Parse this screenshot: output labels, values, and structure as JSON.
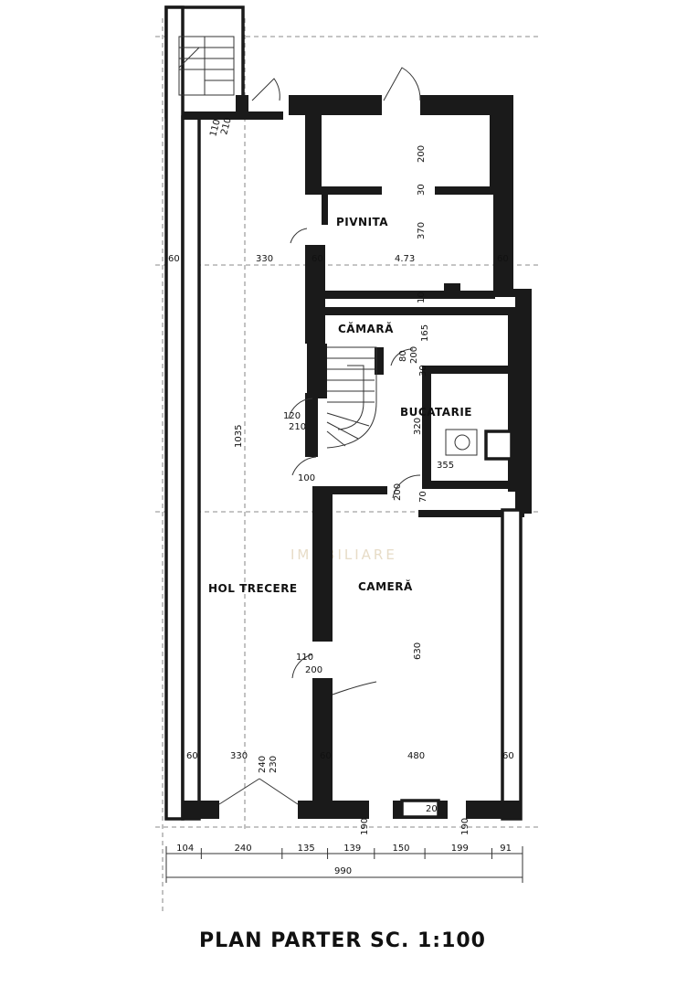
{
  "title": "PLAN PARTER SC. 1:100",
  "rooms": {
    "pivnita": "PIVNITA",
    "camara": "CĂMARĂ",
    "bucatarie": "BUCATARIE",
    "hol": "HOL TRECERE",
    "camera": "CAMERĂ"
  },
  "watermark": "IMOBILIARE",
  "dimensions": {
    "d_60_left_top": "60",
    "d_330_top": "330",
    "d_60_mid_top": "60",
    "d_473": "4.73",
    "d_60_right_top": "60",
    "d_200": "200",
    "d_30_a": "30",
    "d_370": "370",
    "d_10_a": "10",
    "d_165": "165",
    "d_80": "80",
    "d_200_b": "200",
    "d_30_b": "30",
    "d_320": "320",
    "d_355": "355",
    "d_1035": "1035",
    "d_120": "120",
    "d_210": "210",
    "d_100": "100",
    "d_200_c": "200",
    "d_70": "70",
    "d_110": "110",
    "d_200_d": "200",
    "d_630": "630",
    "d_60_left_bot": "60",
    "d_330_bot": "330",
    "d_240": "240",
    "d_230": "230",
    "d_60_mid_bot": "60",
    "d_480": "480",
    "d_60_right_bot": "60",
    "d_190_a": "190",
    "d_190_b": "190",
    "d_110_stair": "110",
    "d_210_stair": "210",
    "d_20": "20"
  },
  "bottom_dims": {
    "r1": [
      "104",
      "240",
      "135",
      "139",
      "150",
      "199",
      "91"
    ],
    "total": "990"
  }
}
